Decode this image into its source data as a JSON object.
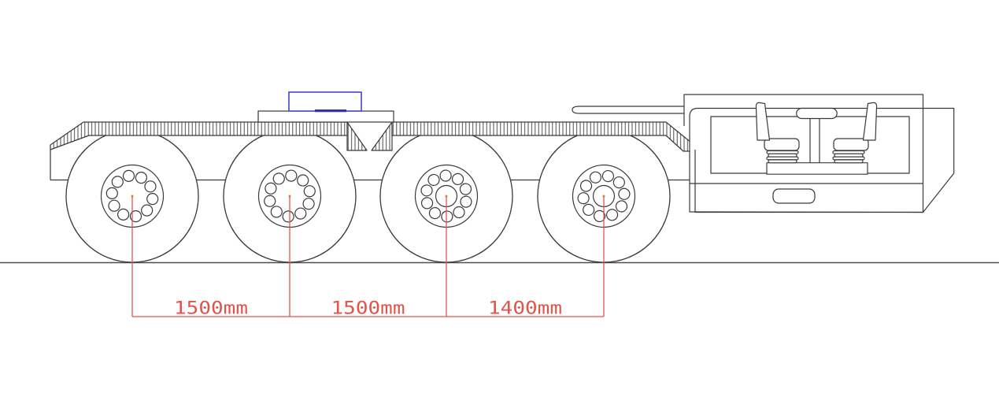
{
  "diagram": {
    "dimension_labels": [
      {
        "label": "1500mm"
      },
      {
        "label": "1500mm"
      },
      {
        "label": "1400mm"
      }
    ],
    "wheels": {
      "count": 4,
      "bolt_holes_per_wheel": 10
    },
    "colors": {
      "line": "#3a3a3a",
      "ground": "#4d4d4d",
      "dimension_red": "#e2544a",
      "accent_blue": "#4443c9",
      "accent_blue_dark": "#3434a6",
      "center_mark_orange": "#eaa13e",
      "background": "#ffffff"
    }
  }
}
